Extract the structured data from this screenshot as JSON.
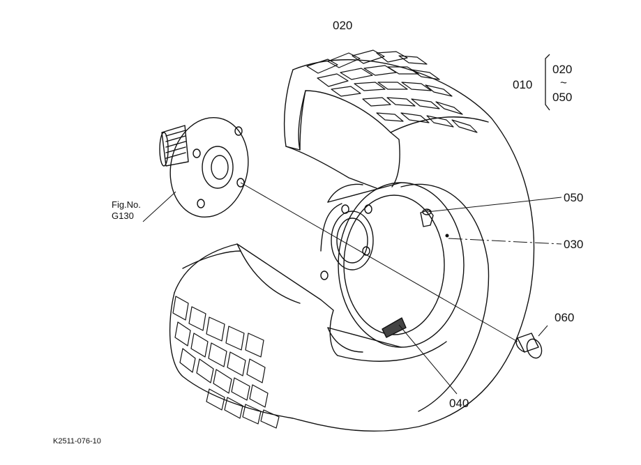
{
  "diagram": {
    "callouts": {
      "tire": "020",
      "assembly": "010",
      "range_start": "020",
      "range_sep": "~",
      "range_end": "050",
      "valve": "050",
      "rim": "030",
      "bolt": "060",
      "weight": "040"
    },
    "reference_lines": [
      "Fig.No.",
      "G130"
    ],
    "drawing_code": "K2511-076-10"
  }
}
